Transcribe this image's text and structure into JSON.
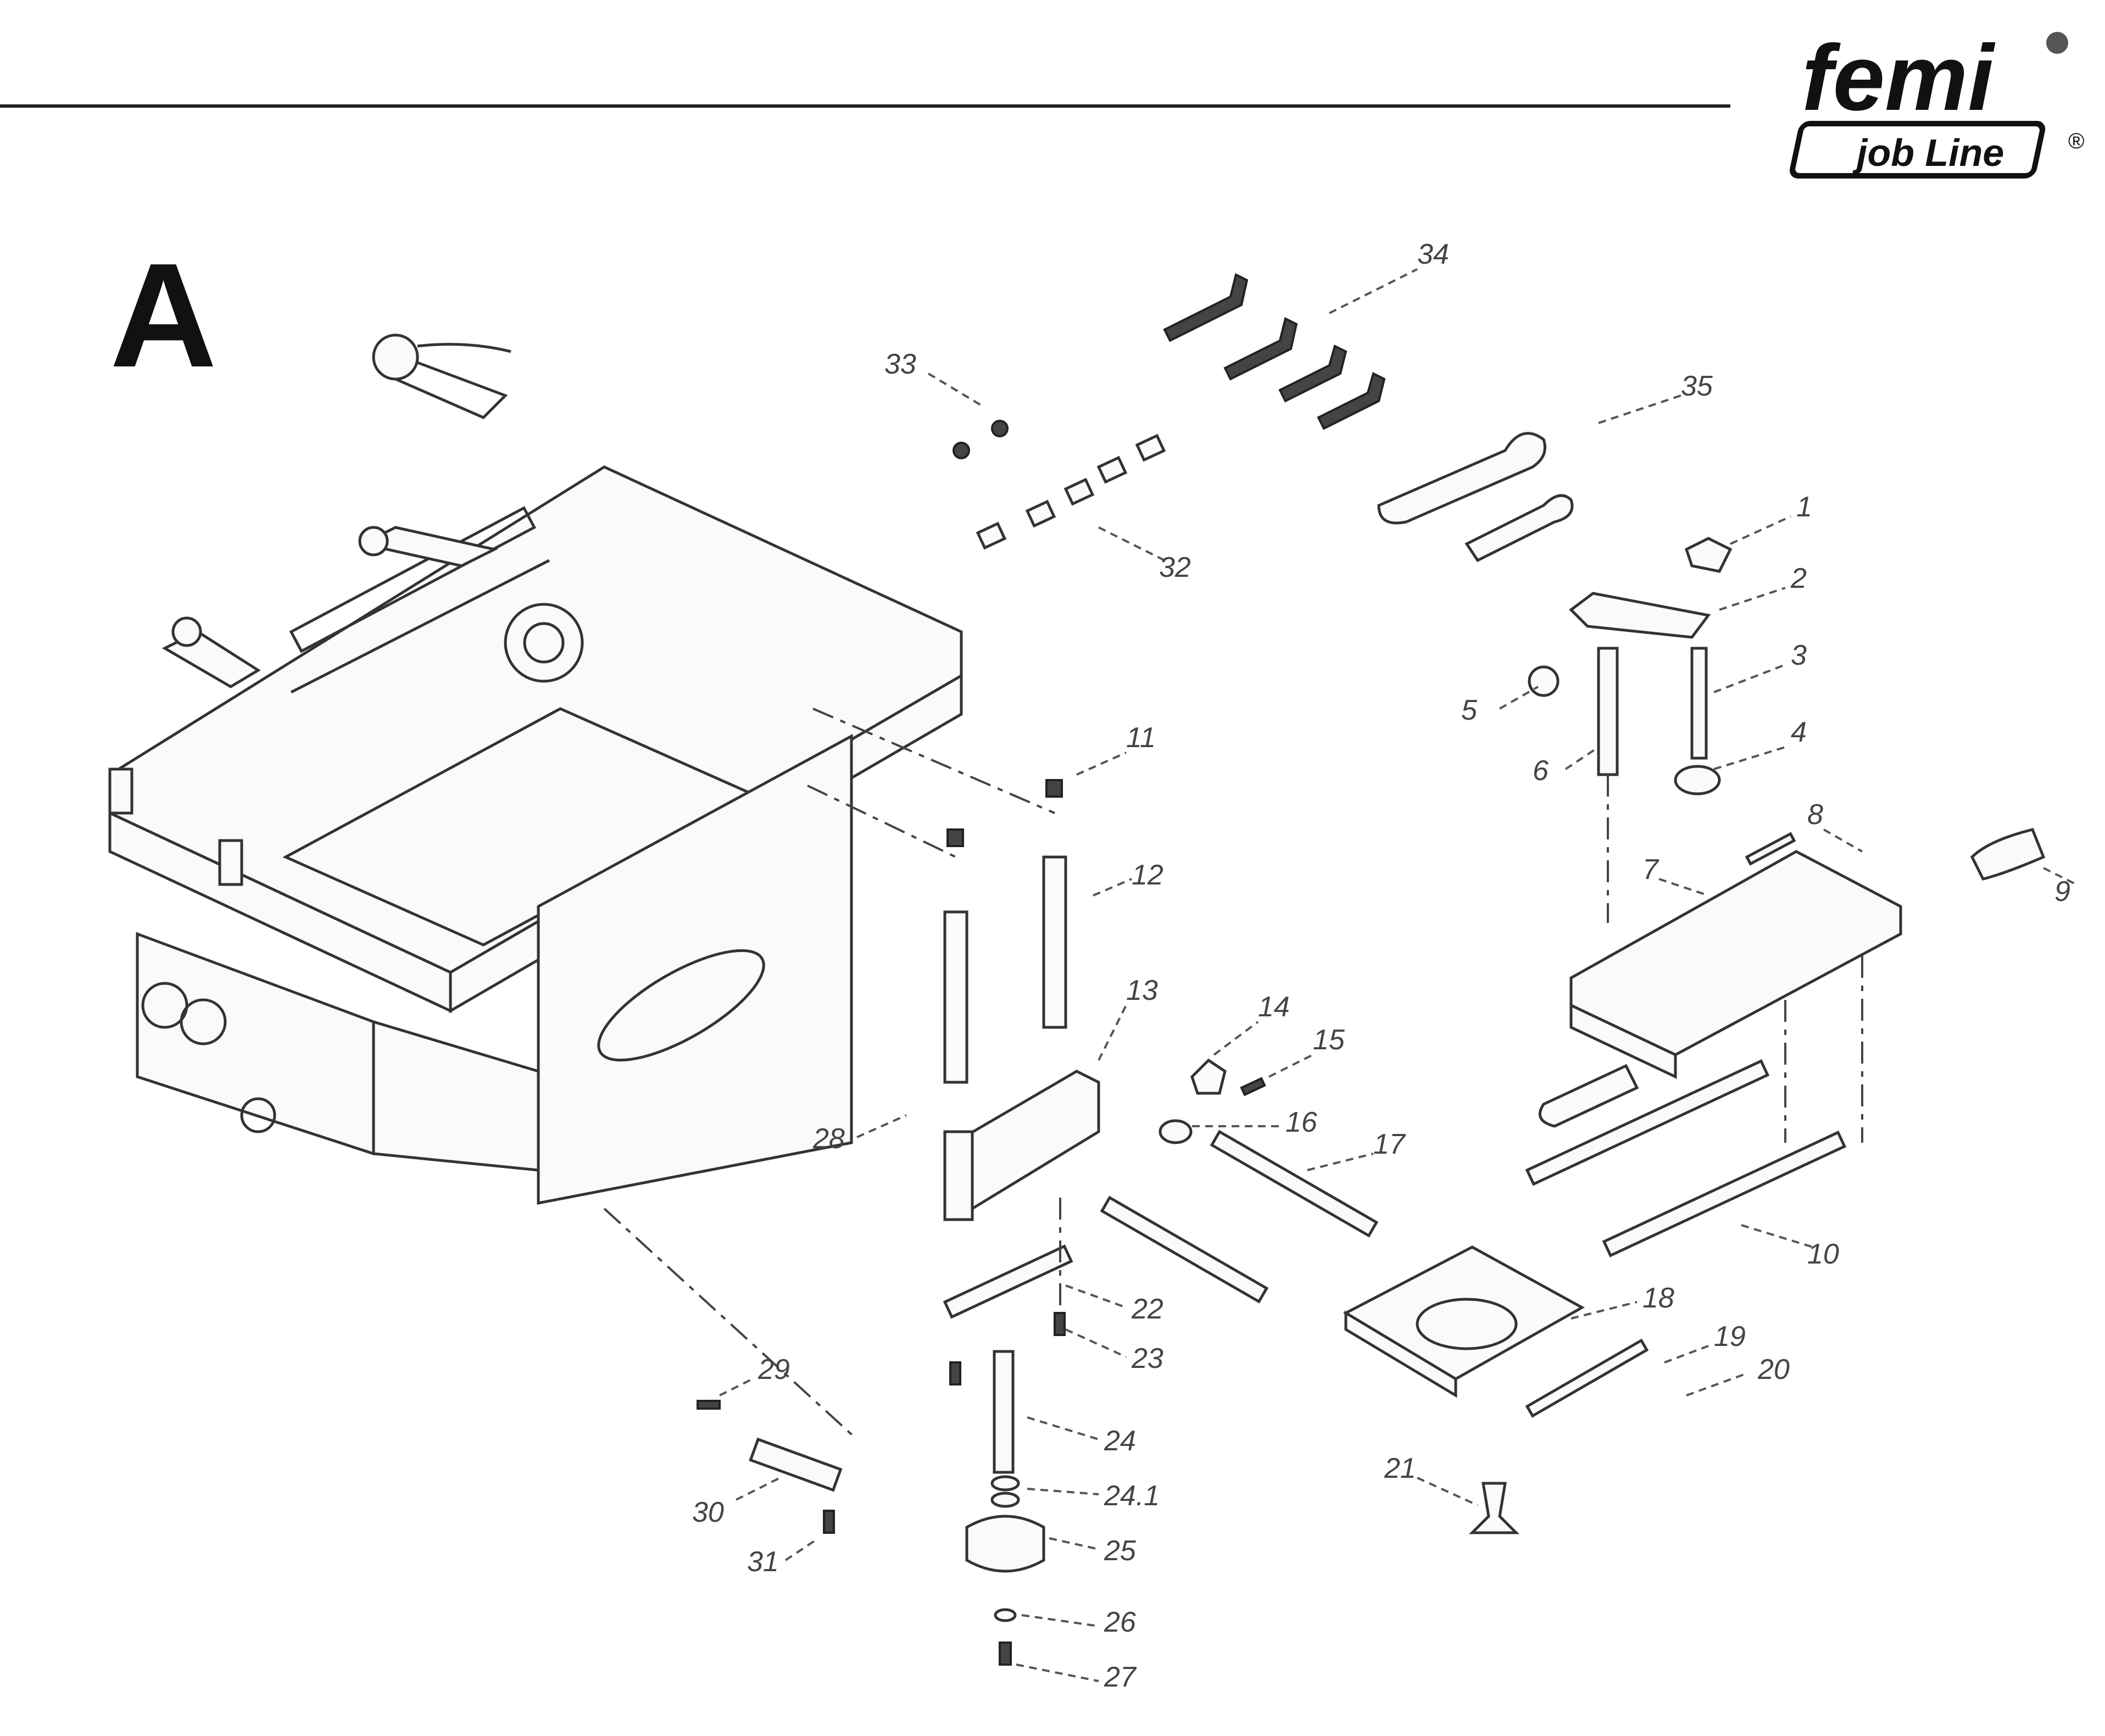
{
  "logo": {
    "brand": "femi",
    "sub": "job Line",
    "registered": "®"
  },
  "section_letter": "A",
  "callouts": {
    "c1": "1",
    "c2": "2",
    "c3": "3",
    "c4": "4",
    "c5": "5",
    "c6": "6",
    "c7": "7",
    "c8": "8",
    "c9": "9",
    "c10": "10",
    "c11": "11",
    "c12": "12",
    "c13": "13",
    "c14": "14",
    "c15": "15",
    "c16": "16",
    "c17": "17",
    "c18": "18",
    "c19": "19",
    "c20": "20",
    "c21": "21",
    "c22": "22",
    "c23": "23",
    "c24": "24",
    "c24_1": "24.1",
    "c25": "25",
    "c26": "26",
    "c27": "27",
    "c28": "28",
    "c29": "29",
    "c30": "30",
    "c31": "31",
    "c32": "32",
    "c33": "33",
    "c34": "34",
    "c35": "35"
  }
}
